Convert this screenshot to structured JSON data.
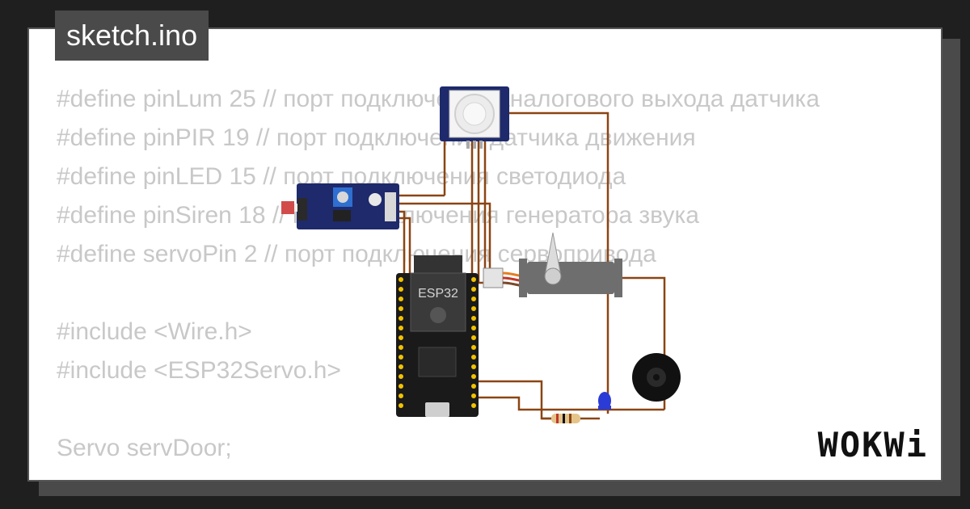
{
  "filename": "sketch.ino",
  "code_lines": [
    "#define pinLum 25 // порт подключения аналогового выхода датчика",
    "#define pinPIR 19 // порт подключения датчика движения",
    "#define pinLED 15 // порт подключения светодиода",
    "#define pinSiren 18 // порт подключения генератора звука",
    "#define servoPin 2 // порт подключения сервопривода",
    "",
    "#include <Wire.h>",
    "#include <ESP32Servo.h>",
    "",
    "Servo servDoor;"
  ],
  "board": {
    "label": "ESP32"
  },
  "logo": "WOKWi",
  "colors": {
    "wire": "#8b4513",
    "board_bg": "#1a1a1a",
    "sensor_blue": "#1e2a6b",
    "pin_gold": "#f2c200"
  }
}
